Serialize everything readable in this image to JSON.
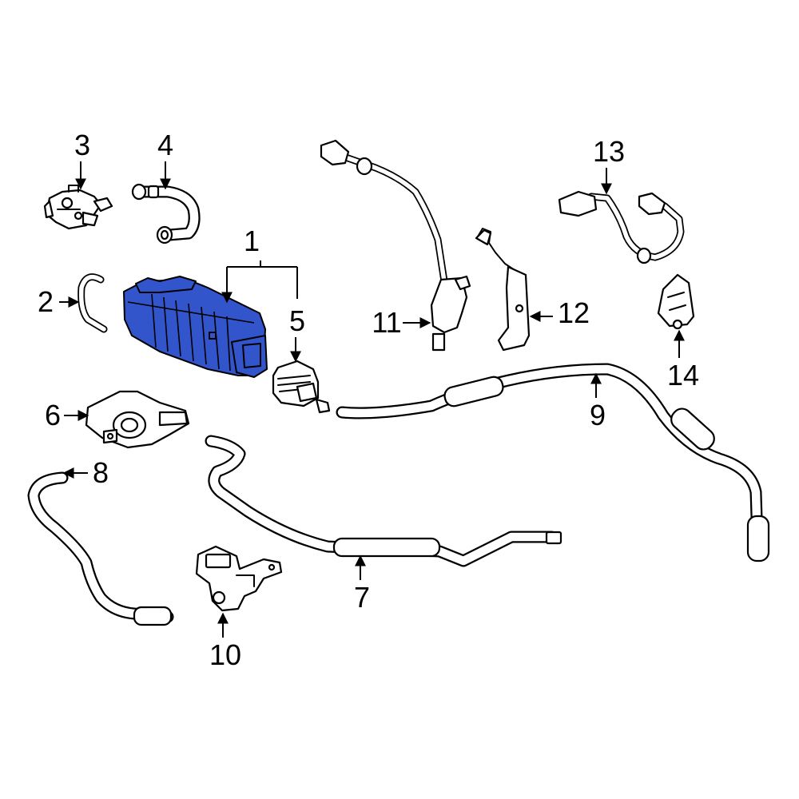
{
  "diagram": {
    "highlight_color": "#3355cc",
    "callouts": [
      {
        "id": "1",
        "label": "1"
      },
      {
        "id": "2",
        "label": "2"
      },
      {
        "id": "3",
        "label": "3"
      },
      {
        "id": "4",
        "label": "4"
      },
      {
        "id": "5",
        "label": "5"
      },
      {
        "id": "6",
        "label": "6"
      },
      {
        "id": "7",
        "label": "7"
      },
      {
        "id": "8",
        "label": "8"
      },
      {
        "id": "9",
        "label": "9"
      },
      {
        "id": "10",
        "label": "10"
      },
      {
        "id": "11",
        "label": "11"
      },
      {
        "id": "12",
        "label": "12"
      },
      {
        "id": "13",
        "label": "13"
      },
      {
        "id": "14",
        "label": "14"
      }
    ]
  }
}
